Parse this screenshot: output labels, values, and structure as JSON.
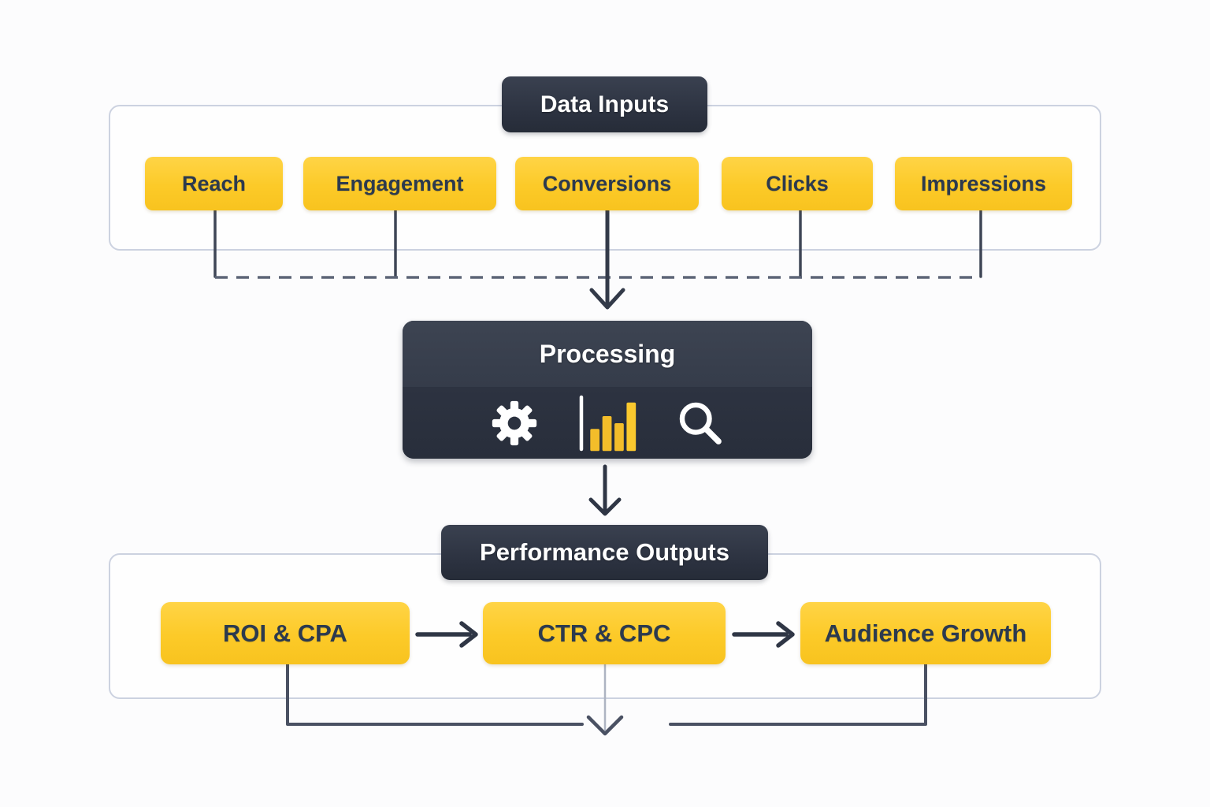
{
  "colors": {
    "accent_yellow": "#fcca28",
    "dark_navy": "#2b313f",
    "connector": "#454d5e",
    "container_border": "#ccd2e0",
    "background": "#fcfcfd"
  },
  "data_inputs": {
    "title": "Data Inputs",
    "items": [
      {
        "label": "Reach"
      },
      {
        "label": "Engagement"
      },
      {
        "label": "Conversions"
      },
      {
        "label": "Clicks"
      },
      {
        "label": "Impressions"
      }
    ]
  },
  "processing": {
    "title": "Processing",
    "icons": [
      "gear-icon",
      "bar-chart-icon",
      "search-icon"
    ]
  },
  "performance_outputs": {
    "title": "Performance Outputs",
    "items": [
      {
        "label": "ROI & CPA"
      },
      {
        "label": "CTR & CPC"
      },
      {
        "label": "Audience Growth"
      }
    ]
  }
}
